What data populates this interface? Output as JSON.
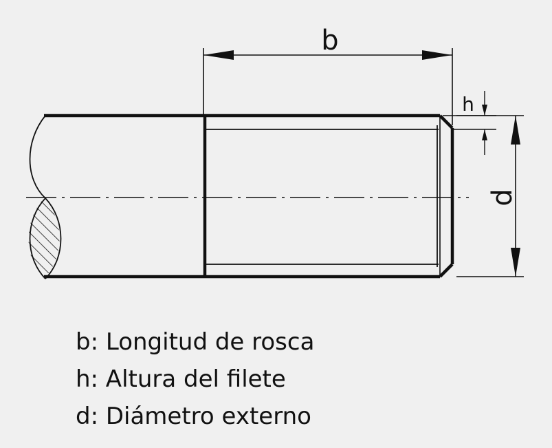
{
  "diagram": {
    "labels": {
      "b": "b",
      "h": "h",
      "d": "d"
    }
  },
  "legend": {
    "items": [
      "b: Longitud de rosca",
      "h: Altura del filete",
      "d: Diámetro externo"
    ]
  },
  "colors": {
    "background": "#f0f0f0",
    "line": "#111111"
  }
}
